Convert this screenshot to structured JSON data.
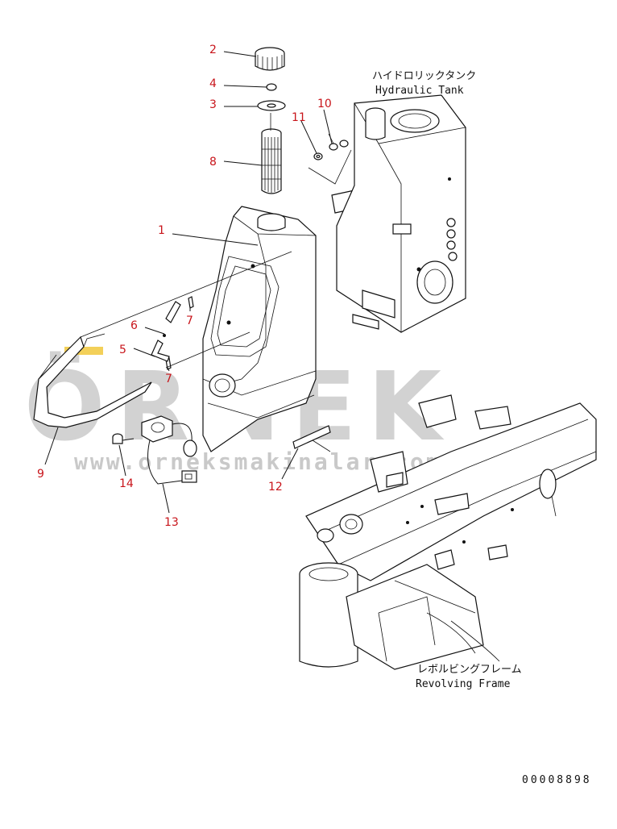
{
  "callouts": {
    "c1": "1",
    "c2": "2",
    "c3": "3",
    "c4": "4",
    "c5": "5",
    "c6": "6",
    "c7a": "7",
    "c7b": "7",
    "c8": "8",
    "c9": "9",
    "c10": "10",
    "c11": "11",
    "c12": "12",
    "c13": "13",
    "c14": "14"
  },
  "labels": {
    "hydraulic_tank_jp": "ハイドロリックタンク",
    "hydraulic_tank_en": "Hydraulic Tank",
    "revolving_frame_jp": "レボルビングフレーム",
    "revolving_frame_en": "Revolving Frame",
    "drawing_number": "00008898"
  },
  "watermark": {
    "logo": "ÖRNEK",
    "url": "www.orneksmakinalar.com.tr"
  },
  "colors": {
    "callout": "#c8151b",
    "ink": "#111111",
    "watermark": "#d2d2d2",
    "accent": "#f0c430"
  }
}
